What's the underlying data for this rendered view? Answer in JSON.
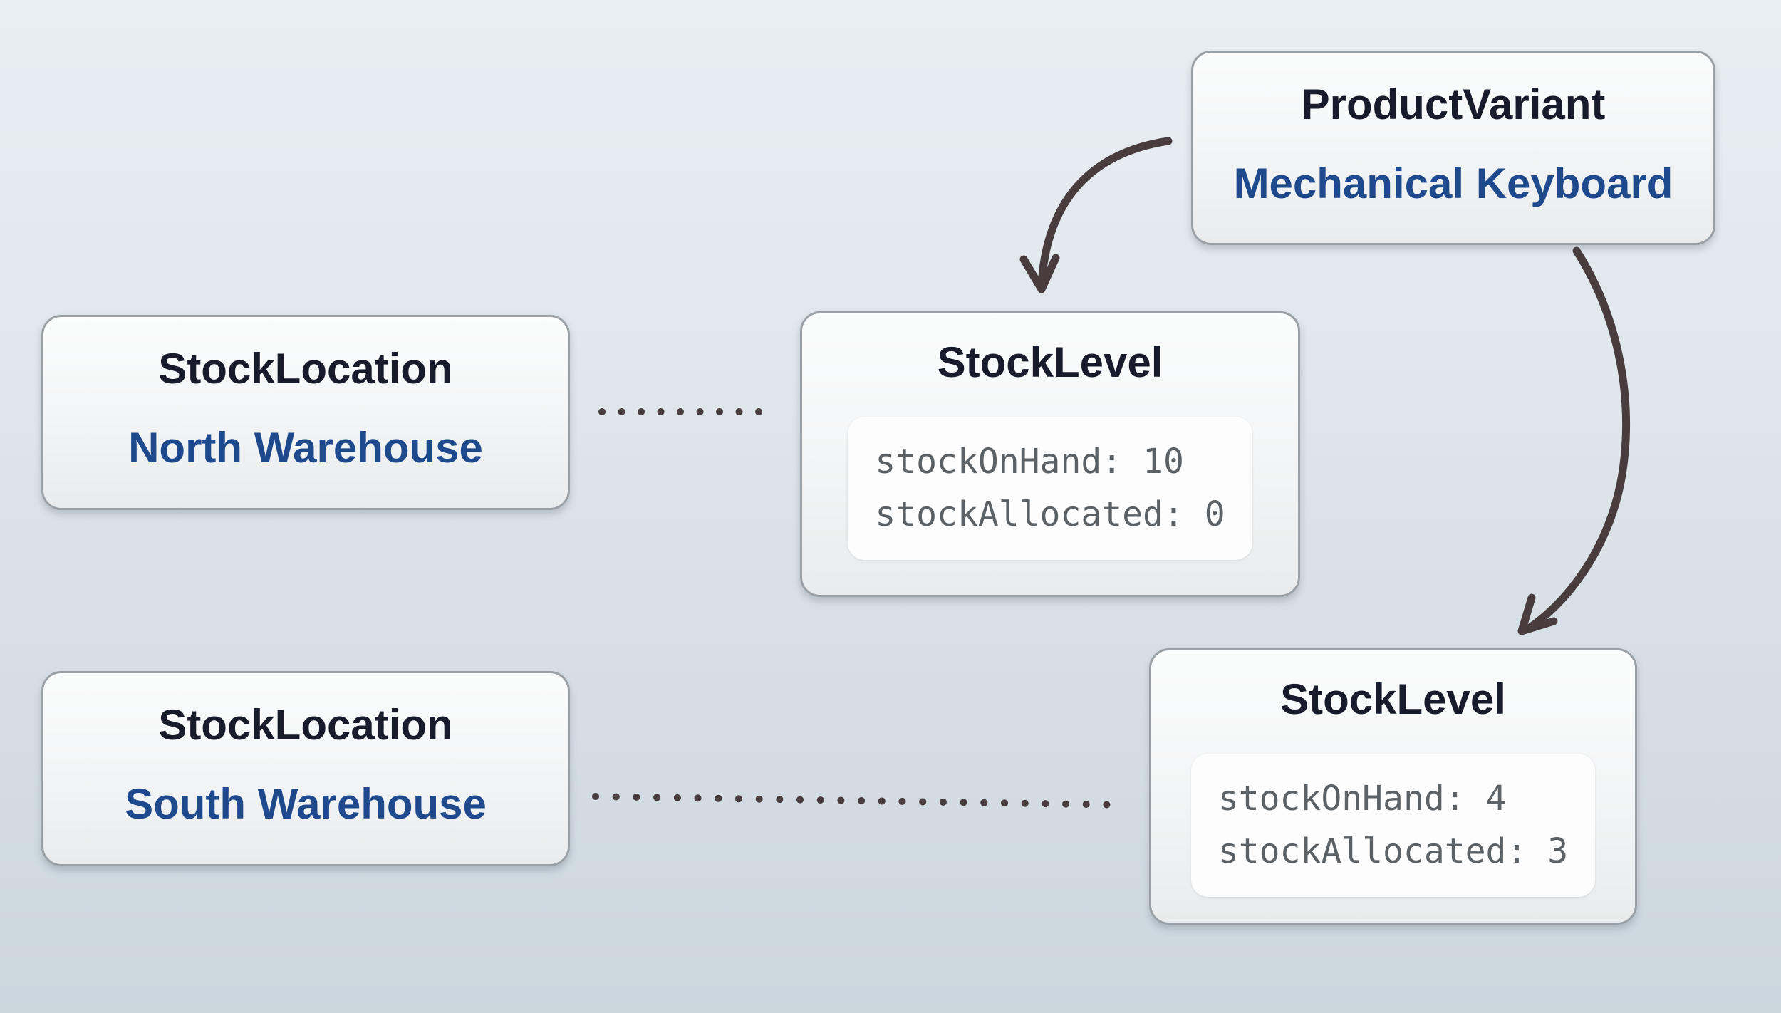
{
  "colors": {
    "background_top": "#e9eef3",
    "background_bottom": "#ccd6dd",
    "card_border": "#99a1a7",
    "card_fill": "#f4f5f6",
    "title_text": "#171b2b",
    "accent_blue": "#1e4a8d",
    "code_text": "#5c6166",
    "connector": "#483c3e"
  },
  "nodes": {
    "product_variant": {
      "entity": "ProductVariant",
      "name": "Mechanical Keyboard"
    },
    "stock_location_north": {
      "entity": "StockLocation",
      "name": "North Warehouse"
    },
    "stock_level_north": {
      "entity": "StockLevel",
      "lines": [
        "stockOnHand: 10",
        "stockAllocated: 0"
      ]
    },
    "stock_location_south": {
      "entity": "StockLocation",
      "name": "South Warehouse"
    },
    "stock_level_south": {
      "entity": "StockLevel",
      "lines": [
        "stockOnHand: 4",
        "stockAllocated: 3"
      ]
    }
  }
}
